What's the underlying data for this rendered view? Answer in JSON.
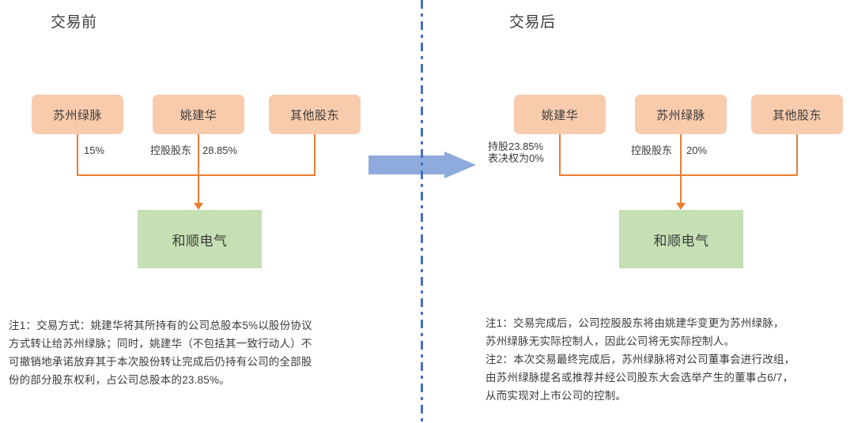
{
  "colors": {
    "shareholder_box": "#F8CBAD",
    "company_box": "#C5E0B4",
    "connector": "#ED7D31",
    "divider": "#4472C4",
    "transition_arrow": "#8FAADC",
    "text": "#3b3b3b",
    "background": "#FFFFFF"
  },
  "before": {
    "title": "交易前",
    "shareholders": [
      {
        "name": "苏州绿脉",
        "stake_label": "15%",
        "role_label": ""
      },
      {
        "name": "姚建华",
        "stake_label": "28.85%",
        "role_label": "控股股东"
      },
      {
        "name": "其他股东",
        "stake_label": "",
        "role_label": ""
      }
    ],
    "company": "和顺电气",
    "note": {
      "lines": [
        "注1：交易方式：姚建华将其所持有的公司总股本5%以股份协议",
        "方式转让给苏州绿脉；同时，姚建华（不包括其一致行动人）不",
        "可撤销地承诺放弃其于本次股份转让完成后仍持有公司的全部股",
        "份的部分股东权利，占公司总股本的23.85%。"
      ]
    }
  },
  "after": {
    "title": "交易后",
    "shareholders": [
      {
        "name": "姚建华",
        "stake_label_line1": "持股23.85%",
        "stake_label_line2": "表决权为0%",
        "role_label": ""
      },
      {
        "name": "苏州绿脉",
        "stake_label": "20%",
        "role_label": "控股股东"
      },
      {
        "name": "其他股东",
        "stake_label": "",
        "role_label": ""
      }
    ],
    "company": "和顺电气",
    "note": {
      "lines": [
        "注1：交易完成后，公司控股股东将由姚建华变更为苏州绿脉，",
        "苏州绿脉无实际控制人，因此公司将无实际控制人。",
        "注2：本次交易最终完成后，苏州绿脉将对公司董事会进行改组，",
        "由苏州绿脉提名或推荐并经公司股东大会选举产生的董事占6/7，",
        "从而实现对上市公司的控制。"
      ]
    }
  },
  "transition": {
    "icon": "right-arrow-icon",
    "divider_icon": "dash-dot-divider"
  }
}
